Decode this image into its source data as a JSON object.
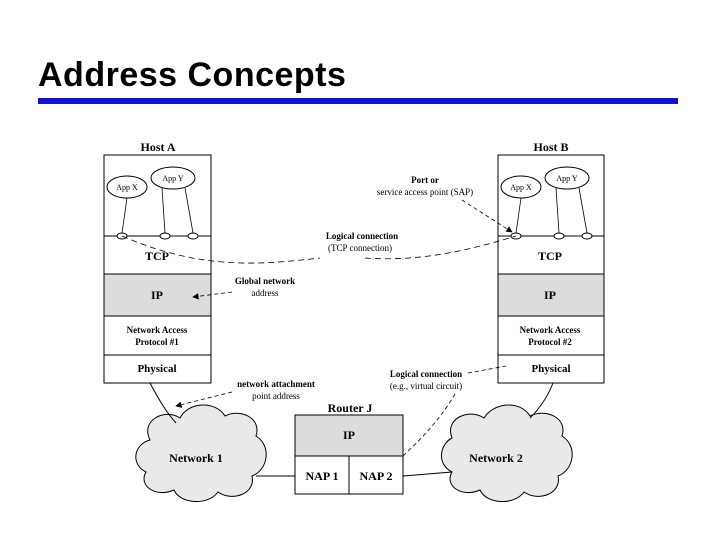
{
  "slide": {
    "title": "Address Concepts"
  },
  "host_a": {
    "label": "Host A",
    "app_x": "App X",
    "app_y": "App Y",
    "tcp": "TCP",
    "ip": "IP",
    "nap_line1": "Network Access",
    "nap_line2": "Protocol #1",
    "physical": "Physical"
  },
  "host_b": {
    "label": "Host B",
    "app_x": "App X",
    "app_y": "App Y",
    "tcp": "TCP",
    "ip": "IP",
    "nap_line1": "Network Access",
    "nap_line2": "Protocol #2",
    "physical": "Physical"
  },
  "router": {
    "label": "Router J",
    "ip": "IP",
    "nap1": "NAP 1",
    "nap2": "NAP 2"
  },
  "networks": {
    "network1": "Network 1",
    "network2": "Network 2"
  },
  "annotations": {
    "port_line1": "Port or",
    "port_line2": "service access point (SAP)",
    "logical_tcp_line1": "Logical connection",
    "logical_tcp_line2": "(TCP connection)",
    "global_line1": "Global network",
    "global_line2": "address",
    "attach_line1": "network attachment",
    "attach_line2": "point address",
    "logical_vc_line1": "Logical connection",
    "logical_vc_line2": "(e.g., virtual circuit)"
  },
  "colors": {
    "title_rule": "#1010d8",
    "ip_layer_fill": "#dcdcdc",
    "router_ip_fill": "#dcdcdc",
    "cloud_fill": "#e9e9e9"
  }
}
